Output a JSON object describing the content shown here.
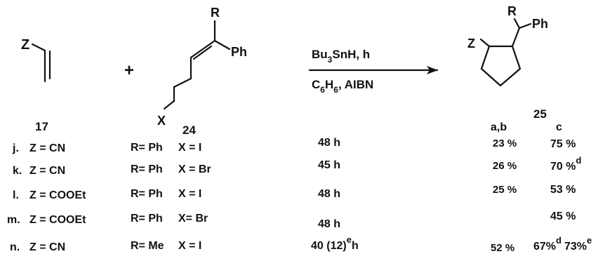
{
  "scheme": {
    "reactant_17": {
      "atom_z": "Z",
      "label": "17"
    },
    "plus": "+",
    "reactant_24": {
      "atom_r": "R",
      "atom_ph": "Ph",
      "atom_x": "X",
      "label": "24"
    },
    "conditions": {
      "line1_main": "Bu",
      "line1_sub": "3",
      "line1_rest": "SnH, h",
      "line2_main": "C",
      "line2_sub1": "6",
      "line2_mid": "H",
      "line2_sub2": "6",
      "line2_rest": ", AIBN"
    },
    "product_25": {
      "atom_z": "Z",
      "atom_r": "R",
      "atom_ph": "Ph",
      "label": "25"
    }
  },
  "table": {
    "headers": {
      "ab": "a,b",
      "c": "c"
    },
    "rows": [
      {
        "entry": "j.",
        "z": "Z = CN",
        "r": "R= Ph",
        "x": "X = I",
        "time": "48 h",
        "ab": "23 %",
        "c": "75 %"
      },
      {
        "entry": "k.",
        "z": "Z = CN",
        "r": "R= Ph",
        "x": "X = Br",
        "time": "45 h",
        "ab": "26 %",
        "c": "70 %",
        "c_sup": "d"
      },
      {
        "entry": "l.",
        "z": "Z = COOEt",
        "r": "R= Ph",
        "x": "X = I",
        "time": "48 h",
        "ab": "25 %",
        "c": "53 %"
      },
      {
        "entry": "m.",
        "z": "Z = COOEt",
        "r": "R= Ph",
        "x": "X= Br",
        "time": "48 h",
        "ab": "",
        "c": "45 %"
      },
      {
        "entry": "n.",
        "z": "Z = CN",
        "r": "R= Me",
        "x": "X = I",
        "time_main": "40 (12)",
        "time_sup": "e",
        "time_h": "h",
        "ab": "52 %",
        "c": "67%",
        "c_sup": "d",
        "c2": "73%",
        "c2_sup": "e"
      }
    ]
  }
}
